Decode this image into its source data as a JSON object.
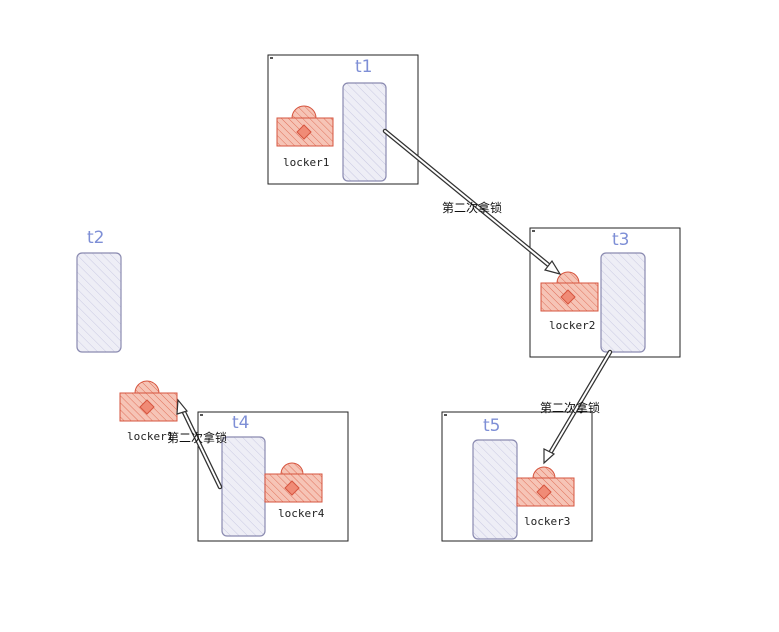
{
  "threads": {
    "t1": "t1",
    "t2": "t2",
    "t3": "t3",
    "t4": "t4",
    "t5": "t5"
  },
  "lockers": {
    "locker1": "locker1",
    "locker2": "locker2",
    "locker3": "locker3",
    "locker4": "locker4",
    "locker_free": "locker1"
  },
  "arrows": {
    "t1_to_t3": "第二次拿锁",
    "t3_to_t5": "第二次拿锁",
    "t4_to_free": "第二次拿锁"
  },
  "colors": {
    "thread_fill": "#eeeef6",
    "thread_stroke": "#8a8ab0",
    "lock_fill": "#f4b2a2",
    "lock_stroke": "#d6553f",
    "label_blue": "#7e8fd6",
    "frame_stroke": "#222222"
  }
}
